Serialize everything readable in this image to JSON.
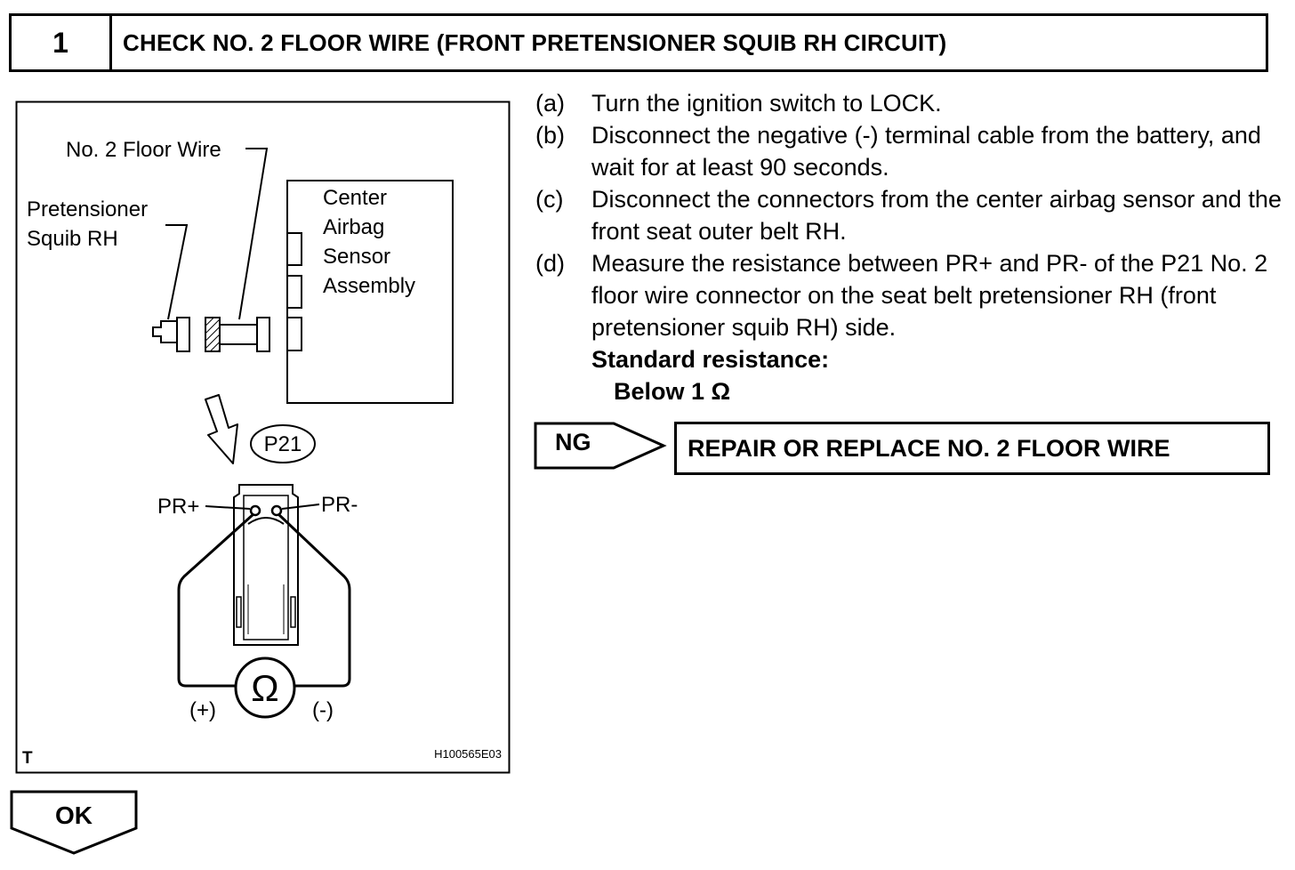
{
  "step": {
    "number": "1",
    "title": "CHECK NO. 2 FLOOR WIRE (FRONT PRETENSIONER SQUIB RH CIRCUIT)"
  },
  "figure": {
    "label_floor_wire": "No. 2 Floor Wire",
    "label_pretensioner_1": "Pretensioner",
    "label_pretensioner_2": "Squib RH",
    "label_sensor_1": "Center",
    "label_sensor_2": "Airbag",
    "label_sensor_3": "Sensor",
    "label_sensor_4": "Assembly",
    "connector_id": "P21",
    "terminal_plus": "PR+",
    "terminal_minus": "PR-",
    "meter_symbol": "Ω",
    "probe_plus": "(+)",
    "probe_minus": "(-)",
    "corner_mark": "T",
    "figure_code": "H100565E03"
  },
  "instructions": [
    {
      "letter": "(a)",
      "text": "Turn the ignition switch to LOCK."
    },
    {
      "letter": "(b)",
      "text": "Disconnect the negative (-) terminal cable from the battery, and wait for at least 90 seconds."
    },
    {
      "letter": "(c)",
      "text": "Disconnect the connectors from the center airbag sensor and the front seat outer belt RH."
    },
    {
      "letter": "(d)",
      "text": "Measure the resistance between PR+ and PR- of the P21 No. 2 floor wire connector on the seat belt pretensioner RH (front pretensioner squib RH) side."
    }
  ],
  "standard": {
    "label": "Standard resistance:",
    "value": "Below 1 Ω"
  },
  "ng": {
    "label": "NG",
    "result": "REPAIR OR REPLACE NO. 2 FLOOR WIRE"
  },
  "ok": {
    "label": "OK"
  }
}
